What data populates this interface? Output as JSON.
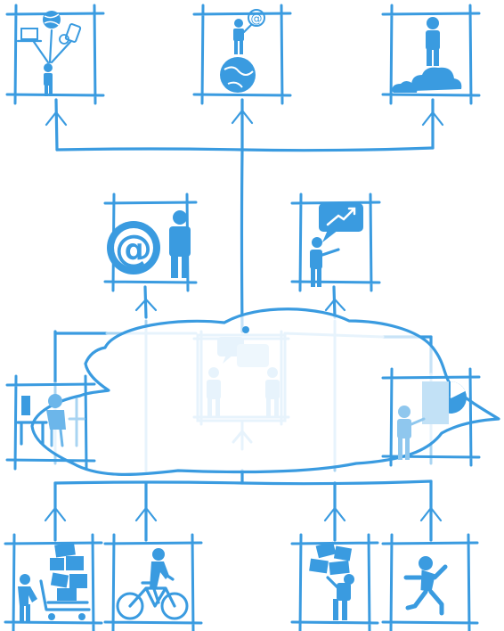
{
  "colors": {
    "line": "#3a9be0",
    "faded": "#a9d4f2",
    "background": "#ffffff"
  },
  "nodes": [
    {
      "id": "top-left",
      "icons": [
        "globe-icon",
        "laptop-icon",
        "phone-icon",
        "person-icon"
      ]
    },
    {
      "id": "top-center",
      "icons": [
        "person-icon",
        "email-icon",
        "globe-icon"
      ]
    },
    {
      "id": "top-right",
      "icons": [
        "person-icon",
        "cloud-icon"
      ]
    },
    {
      "id": "mid-left",
      "icons": [
        "email-icon",
        "person-icon"
      ]
    },
    {
      "id": "mid-right",
      "icons": [
        "chart-bubble-icon",
        "person-icon"
      ]
    },
    {
      "id": "cloud-left",
      "icons": [
        "desk-worker-icon"
      ]
    },
    {
      "id": "cloud-center",
      "icons": [
        "chat-bubble-icon",
        "person-icon"
      ]
    },
    {
      "id": "cloud-right",
      "icons": [
        "pie-chart-icon",
        "person-icon"
      ]
    },
    {
      "id": "bottom-1",
      "icons": [
        "cart-icon",
        "boxes-icon",
        "person-icon"
      ]
    },
    {
      "id": "bottom-2",
      "icons": [
        "bicycle-icon",
        "person-icon"
      ]
    },
    {
      "id": "bottom-3",
      "icons": [
        "boxes-icon",
        "person-icon"
      ]
    },
    {
      "id": "bottom-4",
      "icons": [
        "running-person-icon"
      ]
    }
  ]
}
